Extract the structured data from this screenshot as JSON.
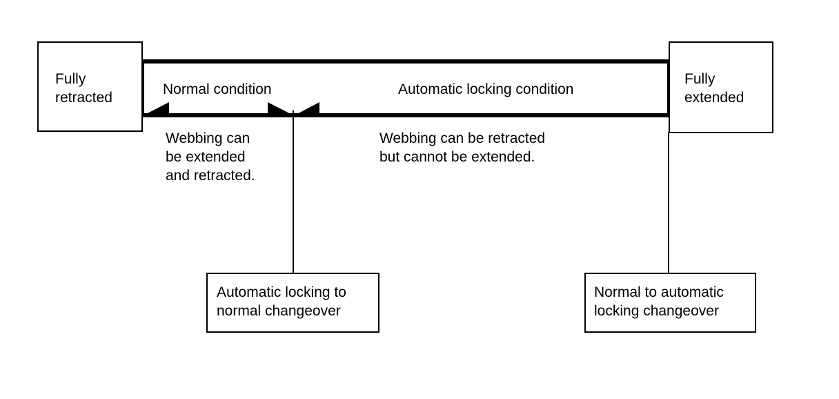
{
  "diagram": {
    "states": {
      "fully_retracted": "Fully\nretracted",
      "fully_extended": "Fully\nextended"
    },
    "conditions": {
      "normal": "Normal condition",
      "automatic_locking": "Automatic locking condition"
    },
    "descriptions": {
      "normal": "Webbing can\nbe extended\nand retracted.",
      "automatic_locking": "Webbing can be retracted\nbut cannot be extended."
    },
    "changeovers": {
      "auto_to_normal": "Automatic locking to\nnormal changeover",
      "normal_to_auto": "Normal to automatic\nlocking changeover"
    }
  }
}
